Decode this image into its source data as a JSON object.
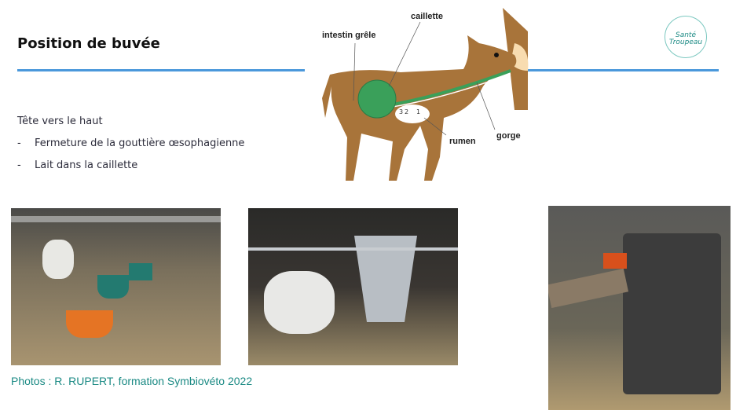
{
  "slide": {
    "title": "Position de buvée",
    "intro": "Tête vers le haut",
    "bullets": [
      "Fermeture de la gouttière œsophagienne",
      "Lait dans la caillette"
    ],
    "bullet_marker": "-",
    "caption": "Photos : R. RUPERT, formation Symbiovéto 2022"
  },
  "diagram": {
    "labels": {
      "intestin": "intestin grêle",
      "caillette": "caillette",
      "rumen": "rumen",
      "gorge": "gorge"
    },
    "compartments": [
      "3",
      "2",
      "1"
    ]
  },
  "logo": {
    "text_line1": "Santé",
    "text_line2": "Troupeau"
  },
  "colors": {
    "accent_rule": "#4a98db",
    "caption": "#1b8a84",
    "cow": "#a8743a",
    "caillette": "#3aa05a"
  }
}
